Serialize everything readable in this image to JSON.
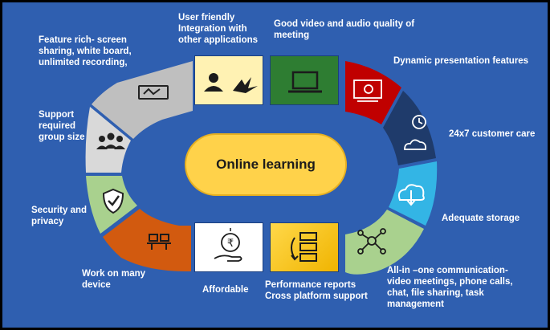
{
  "center_label": "Online learning",
  "features": [
    {
      "id": "feature-rich",
      "label": "Feature rich- screen\nsharing, white board,\nunlimited recording,",
      "icon": "whiteboard-icon",
      "color": "#bfbfbf"
    },
    {
      "id": "user-friendly",
      "label": "User friendly\nIntegration with\nother applications",
      "icon": "user-integration-icon",
      "color": "#fff2b3"
    },
    {
      "id": "video-quality",
      "label": "Good video and audio quality of\nmeeting",
      "icon": "laptop-icon",
      "color": "#2e7d32"
    },
    {
      "id": "presentation",
      "label": "Dynamic presentation features",
      "icon": "presentation-screen-icon",
      "color": "#c00000"
    },
    {
      "id": "customer-care",
      "label": "24x7 customer care",
      "icon": "clock-cloud-icon",
      "color": "#1f3b6b"
    },
    {
      "id": "storage",
      "label": "Adequate storage",
      "icon": "cloud-download-icon",
      "color": "#33b5e5"
    },
    {
      "id": "all-in-one",
      "label": "All-in –one communication-\nvideo meetings, phone calls,\nchat, file sharing, task\nmanagement",
      "icon": "network-hub-icon",
      "color": "#a9d18e"
    },
    {
      "id": "performance",
      "label": "Performance reports\nCross platform support",
      "icon": "report-list-icon",
      "color": "#f4c430"
    },
    {
      "id": "affordable",
      "label": "Affordable",
      "icon": "rupee-hand-icon",
      "color": "#ffffff"
    },
    {
      "id": "many-device",
      "label": "Work on many\ndevice",
      "icon": "devices-icon",
      "color": "#d25a0f"
    },
    {
      "id": "security",
      "label": "Security and\nprivacy",
      "icon": "shield-check-icon",
      "color": "#a9d18e"
    },
    {
      "id": "group-size",
      "label": "Support\nrequired\ngroup size",
      "icon": "group-icon",
      "color": "#d9d9d9"
    }
  ]
}
